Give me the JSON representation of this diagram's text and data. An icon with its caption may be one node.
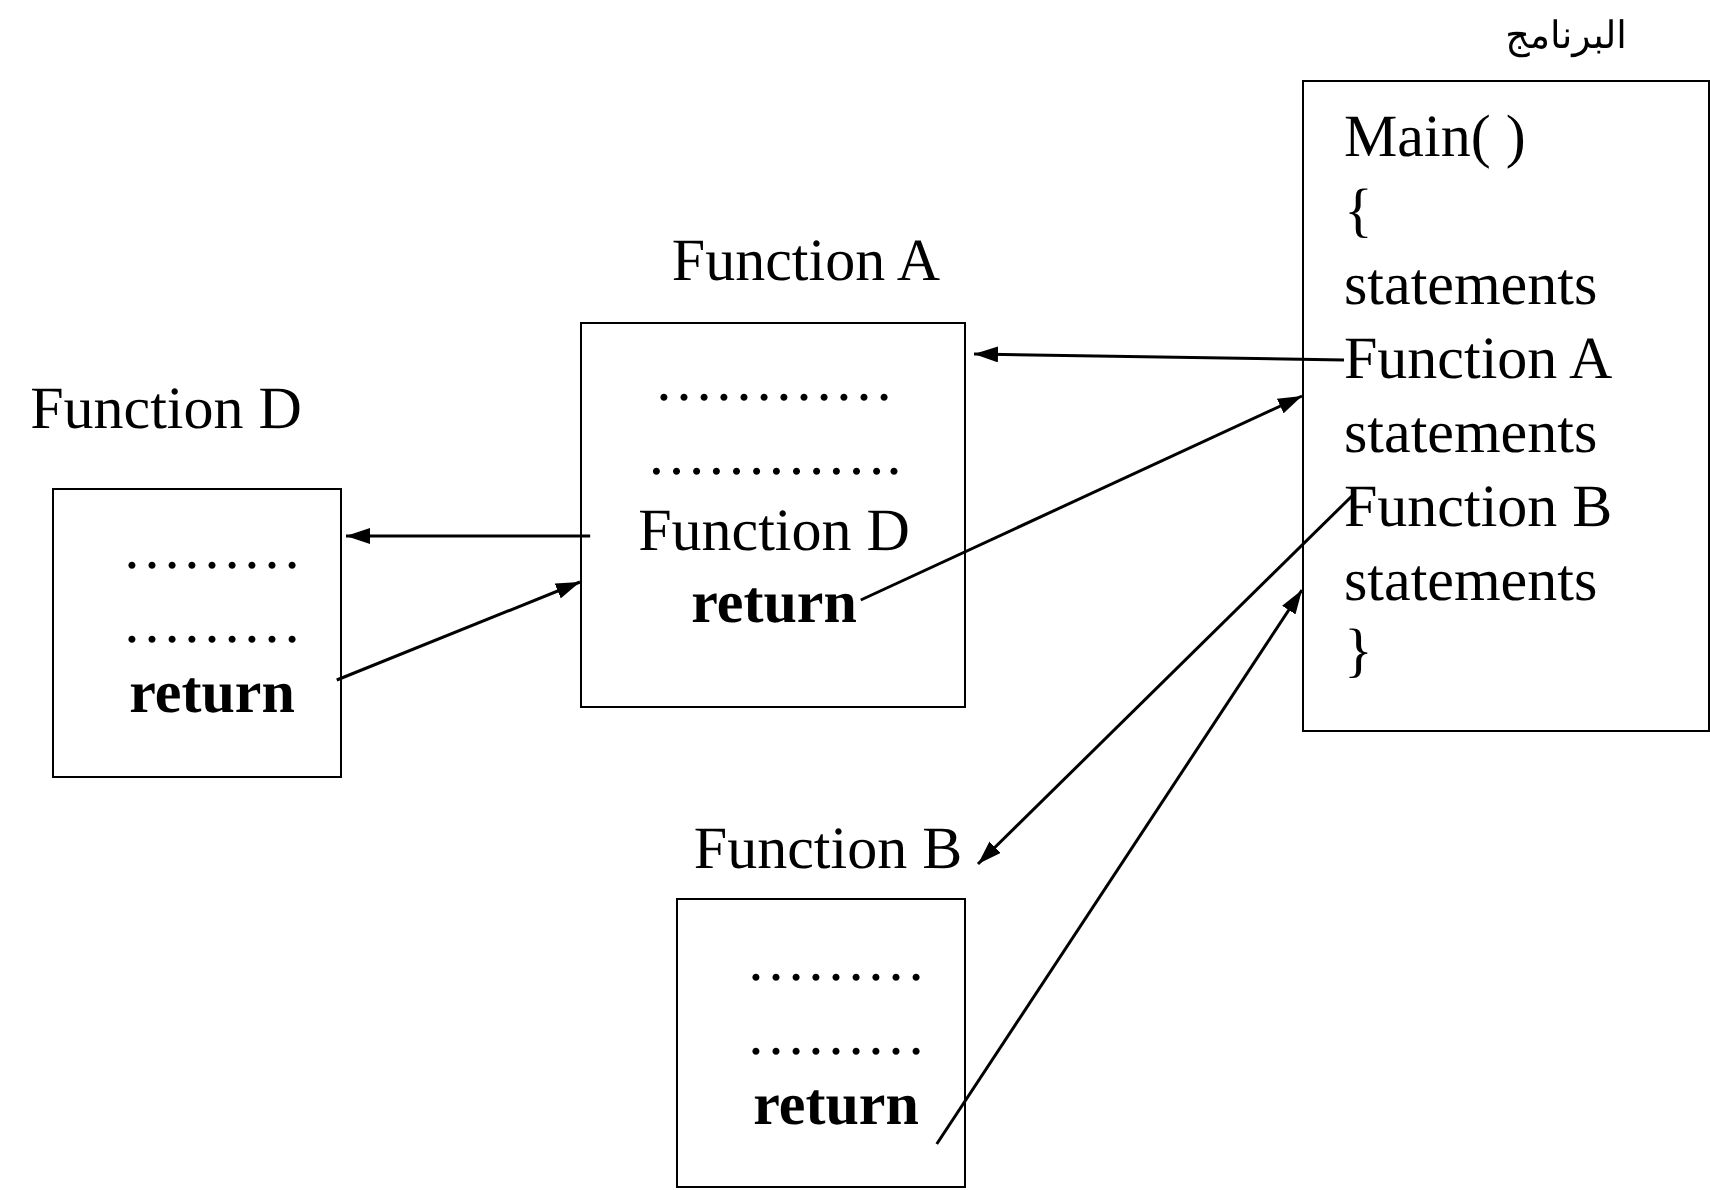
{
  "diagram": {
    "nodes": [
      {
        "text": [
          "البرنامج",
          "Main( )",
          "{",
          "statements",
          "statements",
          "statements",
          "}"
        ]
      },
      {
        "text": [
          "Function A"
        ],
        "in": 0
      },
      {
        "text": [
          "Function B"
        ],
        "in": 0
      },
      {
        "text": [
          "Function A",
          "…………",
          "…………."
        ]
      },
      {
        "text": [
          "Function D"
        ],
        "in": 3
      },
      {
        "text": [
          "return"
        ],
        "in": 3
      },
      {
        "text": [
          "Function D",
          "………",
          "………"
        ]
      },
      {
        "text": [
          "return"
        ],
        "in": 6
      },
      {
        "text": [
          "Function B",
          "………",
          "………"
        ]
      },
      {
        "text": [
          "return"
        ],
        "in": 8
      }
    ],
    "edges": [
      {
        "from": 1,
        "to": 3,
        "arrow": "to"
      },
      {
        "from": 5,
        "to": 0,
        "arrow": "to"
      },
      {
        "from": 4,
        "to": 6,
        "arrow": "to"
      },
      {
        "from": 7,
        "to": 3,
        "arrow": "to"
      },
      {
        "from": 2,
        "to": 8,
        "arrow": "to"
      },
      {
        "from": 9,
        "to": 0,
        "arrow": "to"
      }
    ]
  }
}
